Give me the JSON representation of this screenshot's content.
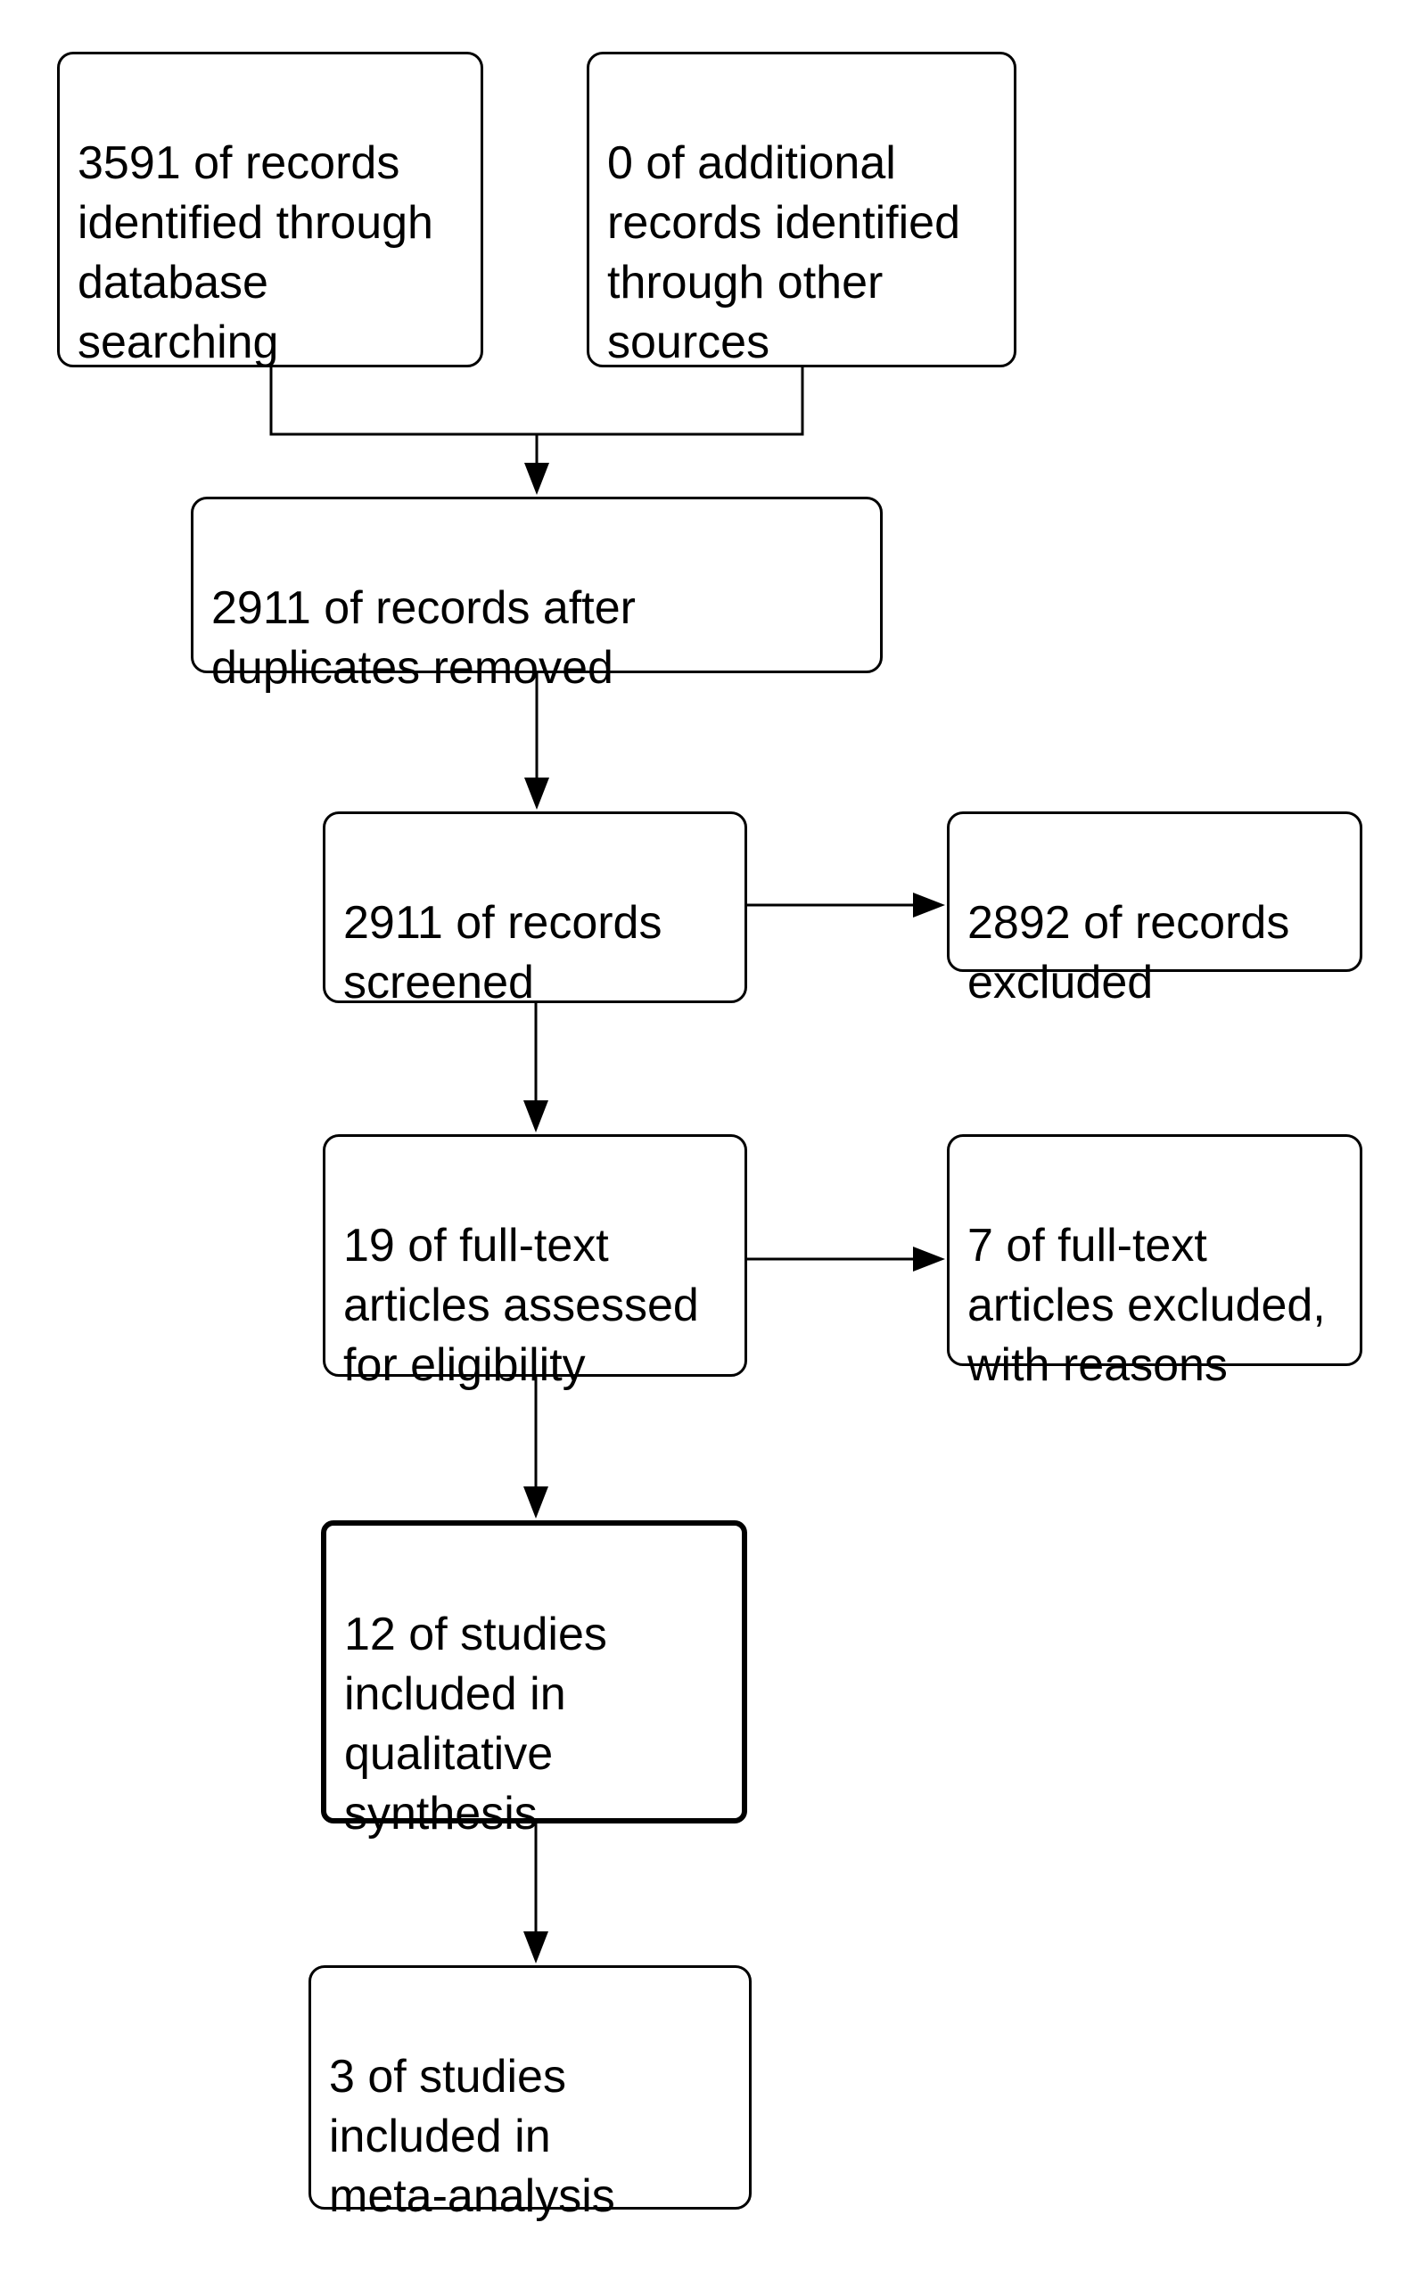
{
  "colors": {
    "line": "#000000",
    "text": "#000000",
    "background": "#ffffff"
  },
  "flow": {
    "type": "prisma-flow-diagram",
    "boxes": [
      {
        "id": "records-identified-database",
        "label": "3591 of records\nidentified through\ndatabase\nsearching",
        "emphasized": false
      },
      {
        "id": "records-identified-other",
        "label": "0 of additional\nrecords identified\nthrough other\nsources",
        "emphasized": false
      },
      {
        "id": "records-after-duplicates",
        "label": "2911 of records after\nduplicates removed",
        "emphasized": false
      },
      {
        "id": "records-screened",
        "label": "2911 of records\nscreened",
        "emphasized": false
      },
      {
        "id": "records-excluded",
        "label": "2892 of records\nexcluded",
        "emphasized": false
      },
      {
        "id": "fulltext-assessed",
        "label": "19 of full-text\narticles assessed\nfor eligibility",
        "emphasized": false
      },
      {
        "id": "fulltext-excluded",
        "label": "7 of full-text\narticles excluded,\nwith reasons",
        "emphasized": false
      },
      {
        "id": "qualitative-synthesis",
        "label": "12 of studies\nincluded in\nqualitative\nsynthesis",
        "emphasized": true
      },
      {
        "id": "meta-analysis",
        "label": "3 of studies\nincluded in\nmeta-analysis",
        "emphasized": false
      }
    ]
  }
}
